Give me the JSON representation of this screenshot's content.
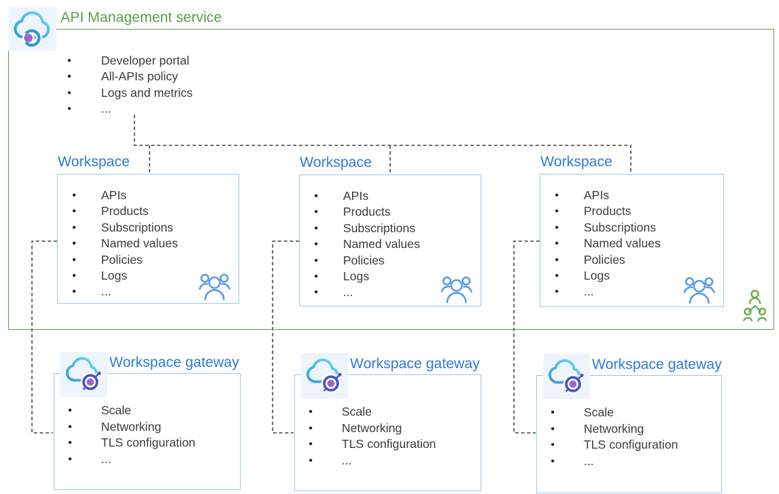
{
  "colors": {
    "service_green": "#57A044",
    "workspace_blue": "#2E79D8",
    "box_border_blue": "#9FC5E8",
    "body_text": "#3B3B3B",
    "connector_gray": "#3F3F3F",
    "team_icon_blue": "#5A9BE8",
    "org_icon_green": "#6CAD49",
    "icon_tile_bg": "#EEF4FB",
    "cloud_blue": "#35A3E6",
    "gateway_node_blue": "#4356CC",
    "dot_purple": "#9C64D2"
  },
  "icons": {
    "service": "api-management-cloud-icon",
    "workspace_members": "team-people-icon",
    "gateway": "gateway-cloud-icon",
    "external_org": "organization-people-icon"
  },
  "service": {
    "title": "API Management service",
    "items": [
      "Developer portal",
      "All-APIs policy",
      "Logs and metrics",
      "..."
    ]
  },
  "workspaces": [
    {
      "title": "Workspace",
      "items": [
        "APIs",
        "Products",
        "Subscriptions",
        "Named values",
        "Policies",
        "Logs",
        "..."
      ]
    },
    {
      "title": "Workspace",
      "items": [
        "APIs",
        "Products",
        "Subscriptions",
        "Named values",
        "Policies",
        "Logs",
        "..."
      ]
    },
    {
      "title": "Workspace",
      "items": [
        "APIs",
        "Products",
        "Subscriptions",
        "Named values",
        "Policies",
        "Logs",
        "..."
      ]
    }
  ],
  "gateways": [
    {
      "title": "Workspace gateway",
      "items": [
        "Scale",
        "Networking",
        "TLS configuration",
        "..."
      ]
    },
    {
      "title": "Workspace gateway",
      "items": [
        "Scale",
        "Networking",
        "TLS configuration",
        "..."
      ]
    },
    {
      "title": "Workspace gateway",
      "items": [
        "Scale",
        "Networking",
        "TLS configuration",
        "..."
      ]
    }
  ]
}
